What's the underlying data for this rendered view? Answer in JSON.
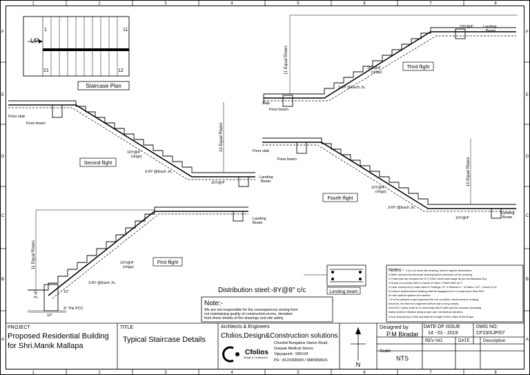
{
  "grid": {
    "cols": [
      "1",
      "2",
      "3",
      "4",
      "5",
      "6",
      "7",
      "8"
    ],
    "rows": [
      "F",
      "E",
      "D",
      "C",
      "B",
      "A"
    ]
  },
  "plan": {
    "title": "Staircase Plan",
    "up": "UP",
    "n1": "1",
    "n11": "11",
    "n21": "21",
    "n12": "12"
  },
  "flights": {
    "first": "First flight",
    "second": "Second flight",
    "third": "Third flight",
    "fourth": "Fourth flight"
  },
  "labels": {
    "floor_slab": "Floor slab",
    "floor_beam": "Floor beam",
    "slab": "Slab",
    "landing": "Landing",
    "beam": "Beam",
    "landing_beam": "Landing beam",
    "rings": "(rings)",
    "bar_10y": "10Y@4\"",
    "bar_8y": "3-8Y @Each Jn.",
    "risers11": "11 Equal Risers",
    "risers10": "10 Equal Risers",
    "dim_10": "10\"",
    "dim_16": "16\"",
    "dim_2_6": "2'-6\"",
    "pcc": "4\" Thk PCC",
    "distribution": "Distribution steel:-8Y@8\" c/c"
  },
  "note": {
    "heading": "Note:-",
    "lines": [
      "We are not responsible for the consequences arising from",
      "not maintaining  quality of construction,errors, deviation",
      "from these details of the drawings and site safety"
    ]
  },
  "notes": {
    "heading": "Notes:-",
    "lines": [
      "1.Do not scale this drawing. work to figured dimensions.",
      "2.Refer relevant Architectural drawing before execution of this drawing.",
      "3.These Dtls are provided for G+2 ONLY floors and usage as per Architectural Drg.",
      "4.Grade of concrete=M20 & Grade of Steel= Fe500 MKD as Y",
      "5.Clear cover(mm) to main steel in Footings =3\", in Beams=1\", In Slabs =1/2\", Column=1.5\"",
      "6.Column reinforcement splicing shall be staggered & in no case more than 50%",
      "  of rods shall be spliced at a section.",
      "7.It is the advised to get inspected the soil condition, reinforcement, existing",
      "  structure, etc from the engineers before start of any activity.",
      "8.All RCC works shall be in conformity with IS-456 and the concrete (including",
      "  slabs) shall be vibrated using proper size mechanical vibrators.",
      "9.Any descripency in this drg shall be brought to the notice of the Engrs."
    ]
  },
  "titleblock": {
    "project_label": "PROJECT",
    "project_line1": "Proposed Residential Building",
    "project_line2": "for Shri.Manik Mallapa",
    "title_label": "TITLE",
    "title": "Typical Staircase Details",
    "arch_label": "Architects & Engineers",
    "firm": "Cfolios,Design&Construction solutions",
    "addr1": "Chunilal Bungalow Staion Road,",
    "addr2": "Deepak Medical Stores",
    "addr3": "VijayapurA - 586104",
    "phone": "PH : 8123308999 / 9880958631",
    "logo": "Cfolios",
    "logo_sub": "Design & Construction",
    "north": "N",
    "designed_label": "Designed by",
    "designer": "P.M Biradar",
    "date_label": "DATE OF ISSUE",
    "date": "14 - 01 - 2019",
    "dwg_label": "DWG NO:",
    "dwg": "CF23/SJP/07",
    "rev_label": "REV NO",
    "date_col": "DATE",
    "desc_col": "Description",
    "scale_label": "Scale",
    "scale": "NTS"
  }
}
